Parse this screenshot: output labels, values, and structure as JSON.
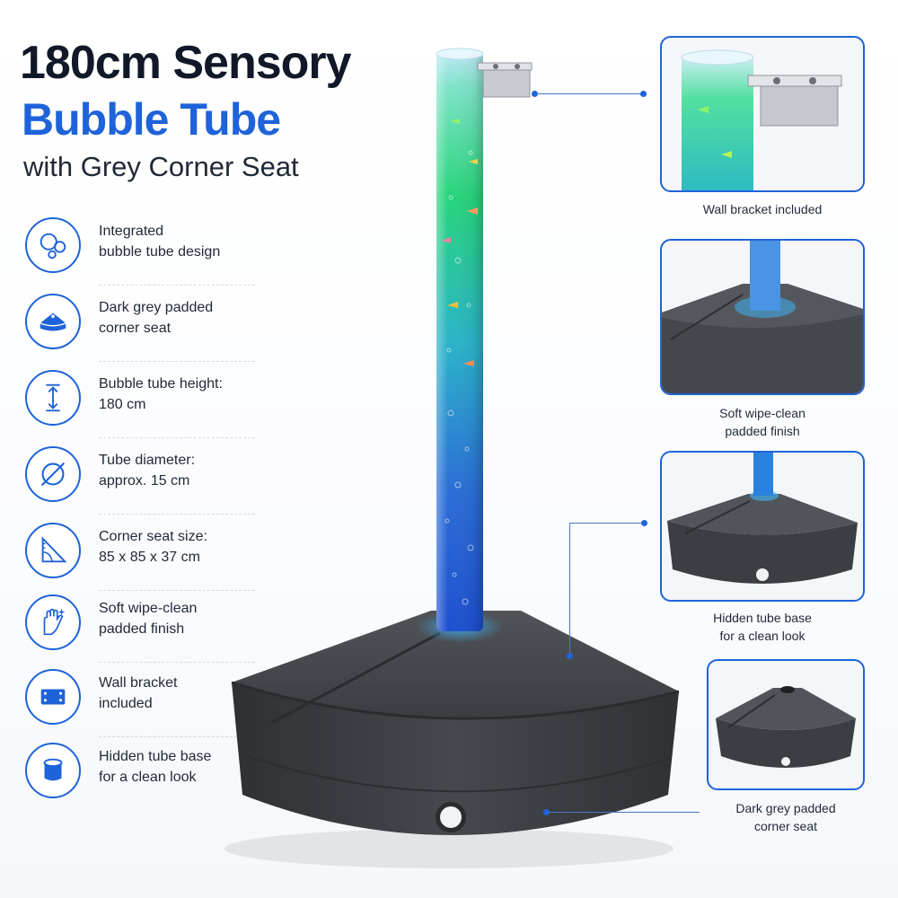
{
  "header": {
    "title_line1": "180cm Sensory",
    "title_line2": "Bubble Tube",
    "title_line3": "with Grey Corner Seat"
  },
  "features": [
    {
      "icon": "bubbles-icon",
      "line1": "Integrated",
      "line2": "bubble tube design"
    },
    {
      "icon": "corner-seat-icon",
      "line1": "Dark grey padded",
      "line2": "corner seat"
    },
    {
      "icon": "height-arrow-icon",
      "line1": "Bubble tube height:",
      "line2": "180 cm"
    },
    {
      "icon": "diameter-icon",
      "line1": "Tube diameter:",
      "line2": "approx. 15 cm"
    },
    {
      "icon": "triangle-ruler-icon",
      "line1": "Corner seat size:",
      "line2": "85 x 85 x 37 cm"
    },
    {
      "icon": "hand-wipe-icon",
      "line1": "Soft wipe-clean",
      "line2": "padded finish"
    },
    {
      "icon": "wall-bracket-icon",
      "line1": "Wall bracket",
      "line2": "included"
    },
    {
      "icon": "cylinder-icon",
      "line1": "Hidden tube base",
      "line2": "for a clean look"
    }
  ],
  "callouts": [
    {
      "line1": "Wall bracket included",
      "line2": ""
    },
    {
      "line1": "Soft wipe-clean",
      "line2": "padded finish"
    },
    {
      "line1": "Hidden tube base",
      "line2": "for a clean look"
    },
    {
      "line1": "Dark grey padded",
      "line2": "corner seat"
    }
  ],
  "colors": {
    "accent": "#1e63d9",
    "seat": "#3c3f44",
    "tube_glow": "#2fd8b8"
  }
}
